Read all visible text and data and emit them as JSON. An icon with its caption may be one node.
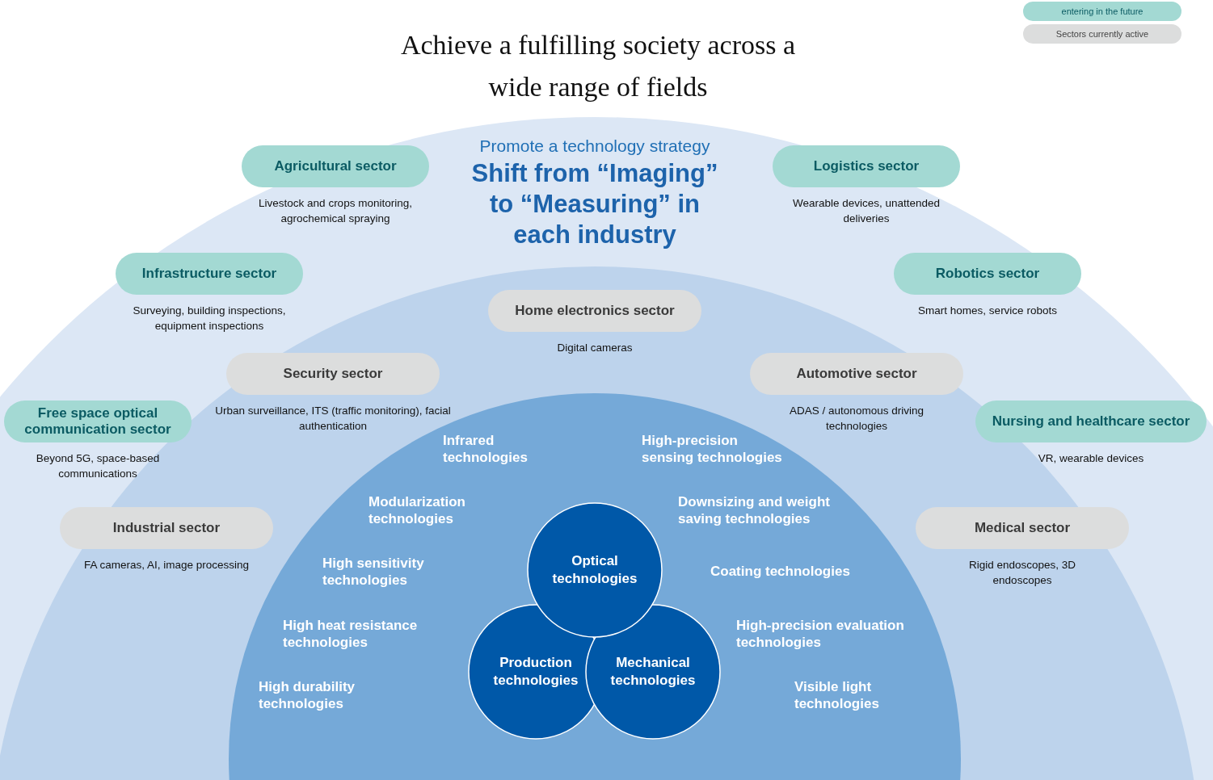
{
  "diagram": {
    "title": "Achieve a fulfilling society across a wide range of fields",
    "nodes": [
      {
        "text": [
          "Agricultural sector"
        ],
        "beside": [
          "Livestock and crops monitoring, agrochemical spraying"
        ]
      },
      {
        "text": [
          "Logistics sector"
        ],
        "beside": [
          "Wearable devices, unattended deliveries"
        ]
      },
      {
        "text": [
          "Infrastructure sector"
        ],
        "beside": [
          "Surveying, building inspections, equipment inspections"
        ]
      },
      {
        "text": [
          "Robotics sector"
        ],
        "beside": [
          "Smart homes, service robots"
        ]
      },
      {
        "text": [
          "Home electronics sector"
        ],
        "beside": [
          "Digital cameras"
        ]
      },
      {
        "text": [
          "Security sector"
        ],
        "beside": [
          "Urban surveillance, ITS (traffic monitoring), facial authentication"
        ]
      },
      {
        "text": [
          "Automotive sector"
        ],
        "beside": [
          "ADAS / autonomous driving technologies"
        ]
      },
      {
        "text": [
          "Free space optical communication sector"
        ],
        "beside": [
          "Beyond 5G, space-based communications"
        ]
      },
      {
        "text": [
          "Nursing and healthcare sector"
        ],
        "beside": [
          "VR, wearable devices"
        ]
      },
      {
        "text": [
          "Industrial sector"
        ],
        "beside": [
          "FA cameras, AI, image processing"
        ]
      },
      {
        "text": [
          "Medical sector"
        ],
        "beside": [
          "Rigid endoscopes, 3D endoscopes"
        ]
      },
      {
        "text": [
          "Optical technologies"
        ]
      },
      {
        "text": [
          "Production technologies"
        ]
      },
      {
        "text": [
          "Mechanical technologies"
        ]
      }
    ],
    "edges": [],
    "labels": [
      "Promote a technology strategy",
      "Shift from “Imaging” to “Measuring” in each industry",
      "Infrared technologies",
      "High-precision sensing technologies",
      "Modularization technologies",
      "Downsizing and weight saving technologies",
      "High sensitivity technologies",
      "Coating technologies",
      "High heat resistance technologies",
      "High-precision evaluation technologies",
      "High durability technologies",
      "Visible light technologies"
    ],
    "legend": [
      {
        "text": "entering in the future",
        "color": "#a3d9d3"
      },
      {
        "text": "Sectors currently active",
        "color": "#dcdddd"
      }
    ]
  }
}
